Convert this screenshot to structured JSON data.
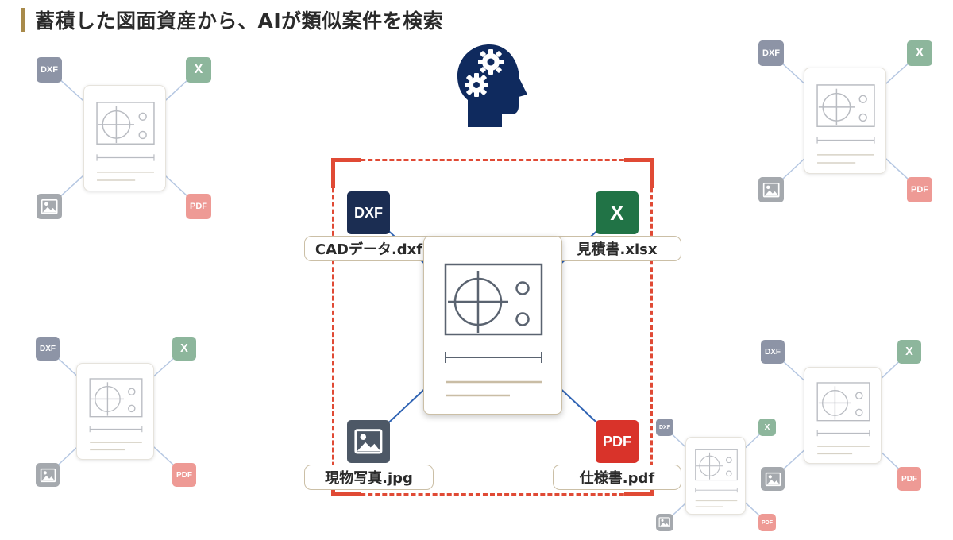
{
  "title": "蓄積した図面資産から、AIが類似案件を検索",
  "accent_color": "#a88a4a",
  "brain_icon": {
    "icon": "head-with-gears-icon",
    "color": "#0f2a5e"
  },
  "focus_color": "#e04a35",
  "badge_text": {
    "dxf": "DXF",
    "excel": "X",
    "pdf": "PDF"
  },
  "badge_colors": {
    "dxf": "#1b2d52",
    "excel": "#217346",
    "image": "#4d5866",
    "pdf": "#d9332a",
    "dxf_faded": "#8d94a6",
    "excel_faded": "#8db69c",
    "image_faded": "#a5a9ae",
    "pdf_faded": "#ee9a95"
  },
  "center_files": {
    "dxf": "CADデータ.dxf",
    "excel": "見積書.xlsx",
    "image": "現物写真.jpg",
    "pdf": "仕様書.pdf"
  }
}
